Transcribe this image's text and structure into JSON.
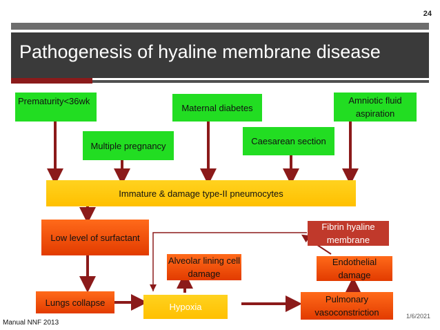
{
  "slide_number": "24",
  "title": "Pathogenesis of hyaline membrane disease",
  "nodes": {
    "prematurity": "Prematurity<36wk",
    "maternal_diabetes": "Maternal diabetes",
    "amniotic_fluid": "Amniotic fluid aspiration",
    "multiple_pregnancy": "Multiple pregnancy",
    "caesarean": "Caesarean section",
    "immature_pneumocytes": "Immature & damage type-II pneumocytes",
    "low_surfactant": "Low level of surfactant",
    "fibrin_membrane": "Fibrin hyaline membrane",
    "alveolar_damage": "Alveolar lining cell damage",
    "endothelial_damage": "Endothelial damage",
    "lungs_collapse": "Lungs collapse",
    "hypoxia": "Hypoxia",
    "pulmonary_vaso": "Pulmonary vasoconstriction"
  },
  "footer": "Manual NNF 2013",
  "date": "1/6/2021",
  "colors": {
    "green": "#22dd22",
    "orange_red": "#ff4a00",
    "yellow": "#ffc000",
    "brick": "#c0392b",
    "arrow": "#8b1a1a"
  }
}
